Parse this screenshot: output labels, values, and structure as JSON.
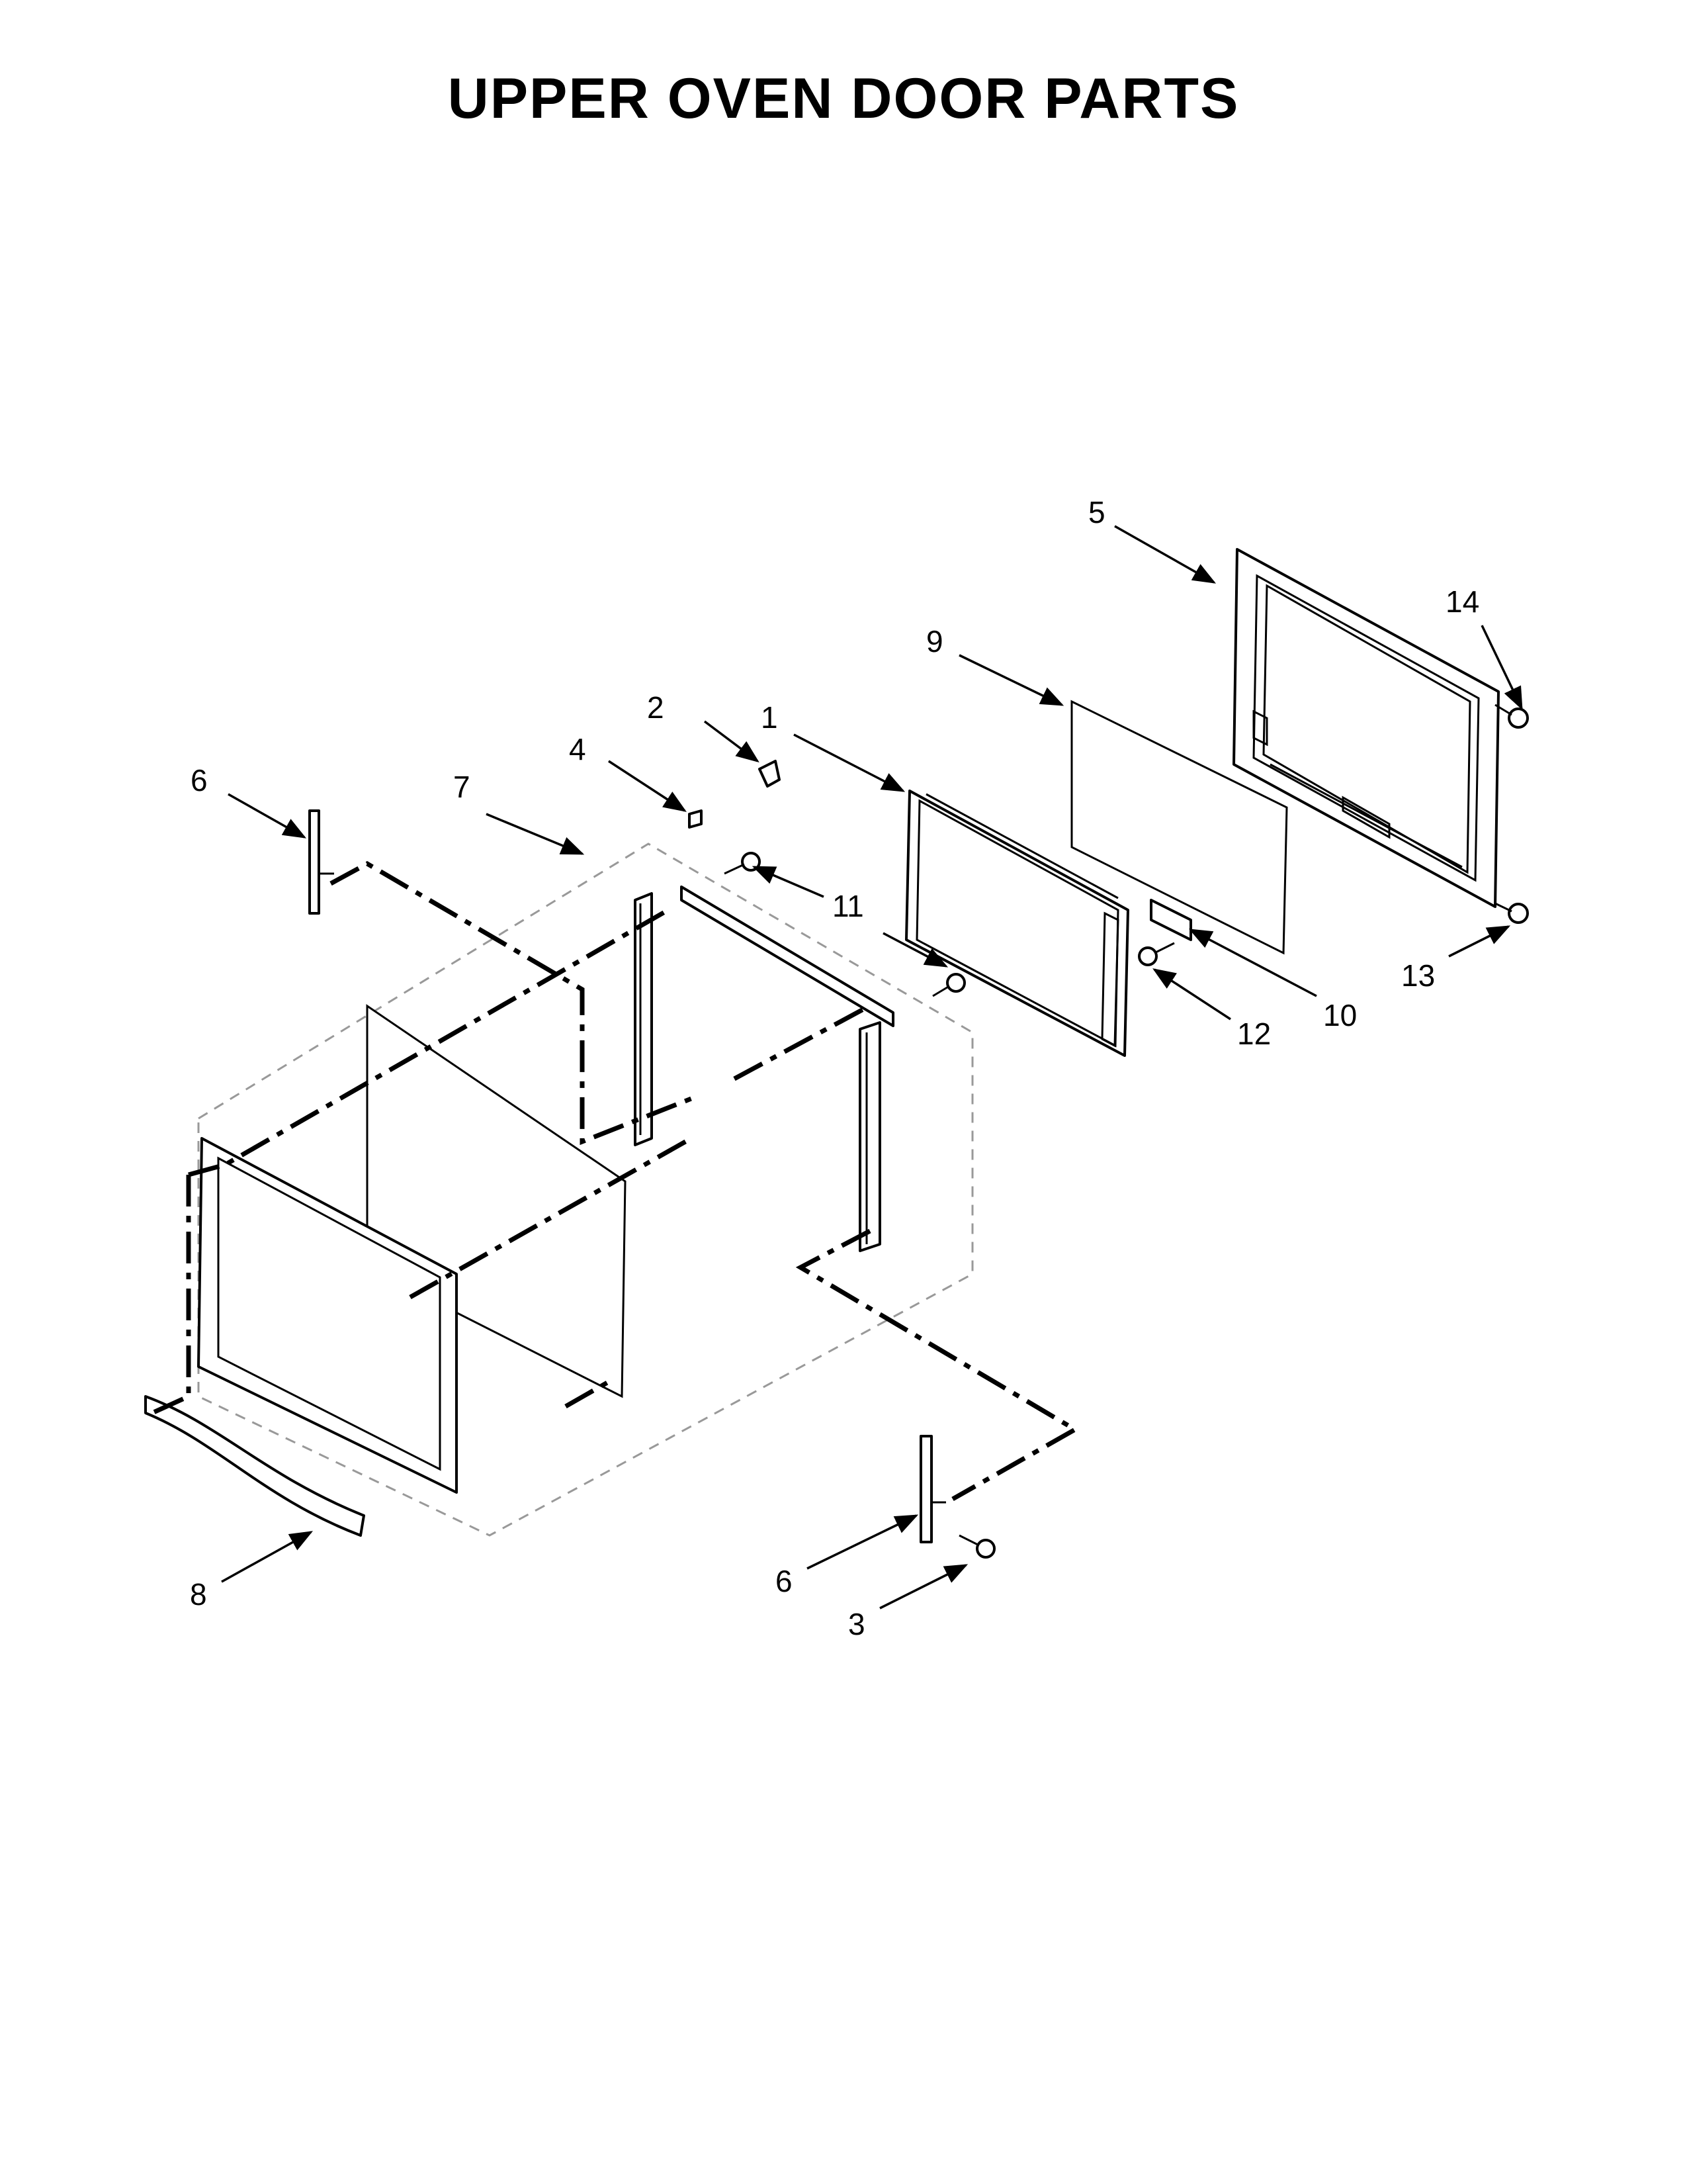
{
  "title": "UPPER OVEN DOOR PARTS",
  "callouts": {
    "c1": "1",
    "c2": "2",
    "c3": "3",
    "c4": "4",
    "c5": "5",
    "c6a": "6",
    "c6b": "6",
    "c7": "7",
    "c8": "8",
    "c9": "9",
    "c10": "10",
    "c11": "11",
    "c12": "12",
    "c13": "13",
    "c14": "14"
  }
}
